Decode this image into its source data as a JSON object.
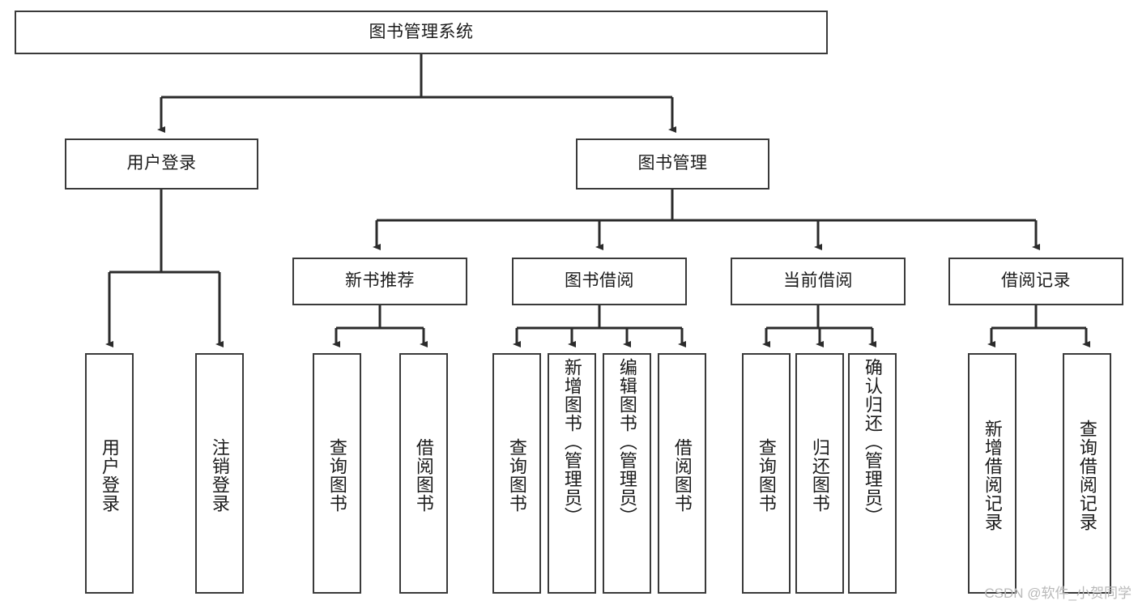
{
  "diagram": {
    "type": "tree-hierarchy",
    "title": "图书管理系统",
    "orientation": "top-down",
    "colors": {
      "box_border": "#3a3a3a",
      "box_fill": "#ffffff",
      "line": "#2b2b2b",
      "text": "#1b1b1b",
      "watermark": "#b9b9b9"
    },
    "root": {
      "id": "root",
      "label": "图书管理系统"
    },
    "level2": [
      {
        "id": "user-login",
        "label": "用户登录"
      },
      {
        "id": "book-manage",
        "label": "图书管理"
      }
    ],
    "level3": [
      {
        "id": "new-book-rec",
        "label": "新书推荐",
        "parent": "book-manage"
      },
      {
        "id": "book-borrow",
        "label": "图书借阅",
        "parent": "book-manage"
      },
      {
        "id": "current-borrow",
        "label": "当前借阅",
        "parent": "book-manage"
      },
      {
        "id": "borrow-record",
        "label": "借阅记录",
        "parent": "book-manage"
      }
    ],
    "leaves": {
      "user-login": [
        {
          "id": "leaf-user-login",
          "label": "用户登录"
        },
        {
          "id": "leaf-logout",
          "label": "注销登录"
        }
      ],
      "new-book-rec": [
        {
          "id": "leaf-query-book-1",
          "label": "查询图书"
        },
        {
          "id": "leaf-borrow-book-1",
          "label": "借阅图书"
        }
      ],
      "book-borrow": [
        {
          "id": "leaf-query-book-2",
          "label": "查询图书"
        },
        {
          "id": "leaf-add-book",
          "label": "新增图书（管理员）"
        },
        {
          "id": "leaf-edit-book",
          "label": "编辑图书（管理员）"
        },
        {
          "id": "leaf-borrow-book-2",
          "label": "借阅图书"
        }
      ],
      "current-borrow": [
        {
          "id": "leaf-query-book-3",
          "label": "查询图书"
        },
        {
          "id": "leaf-return-book",
          "label": "归还图书"
        },
        {
          "id": "leaf-confirm-return",
          "label": "确认归还（管理员）"
        }
      ],
      "borrow-record": [
        {
          "id": "leaf-add-record",
          "label": "新增借阅记录"
        },
        {
          "id": "leaf-query-record",
          "label": "查询借阅记录"
        }
      ]
    }
  },
  "watermark": {
    "text": "CSDN @软件_小贺同学"
  }
}
